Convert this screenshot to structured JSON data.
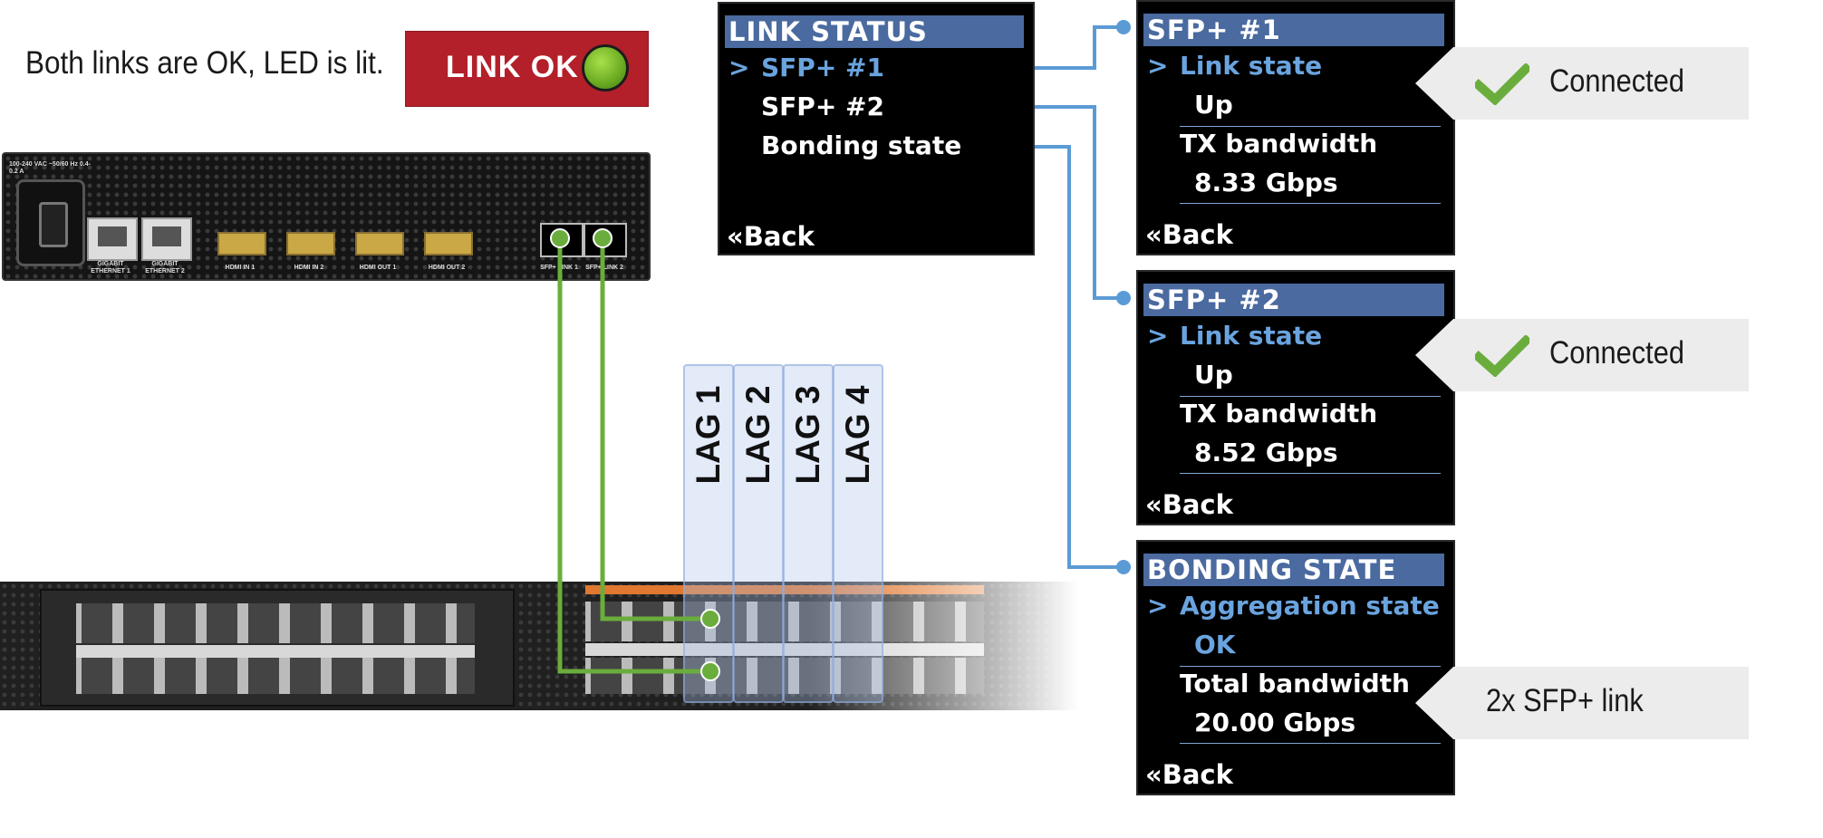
{
  "caption": "Both links are OK, LED is lit.",
  "led_badge": {
    "label": "LINK OK",
    "led_color": "#7ac143",
    "badge_color": "#b3202a"
  },
  "device": {
    "power_label": "100-240 VAC ~50/60 Hz 0.4-0.2 A",
    "ports": [
      {
        "label": "GIGABIT ETHERNET 1"
      },
      {
        "label": "GIGABIT ETHERNET 2"
      },
      {
        "label": "HDMI IN 1"
      },
      {
        "label": "HDMI IN 2"
      },
      {
        "label": "HDMI OUT 1"
      },
      {
        "label": "HDMI OUT 2"
      },
      {
        "label": "SFP+ LINK 1"
      },
      {
        "label": "SFP+ LINK 2"
      }
    ]
  },
  "lags": [
    "LAG 1",
    "LAG 2",
    "LAG 3",
    "LAG 4"
  ],
  "screens": {
    "link_status": {
      "title": "LINK STATUS",
      "items": [
        "SFP+ #1",
        "SFP+ #2",
        "Bonding state"
      ],
      "back": "«Back"
    },
    "sfp1": {
      "title": "SFP+ #1",
      "field1": "Link state",
      "value1": "Up",
      "field2": "TX bandwidth",
      "value2": "8.33 Gbps",
      "back": "«Back"
    },
    "sfp2": {
      "title": "SFP+ #2",
      "field1": "Link state",
      "value1": "Up",
      "field2": "TX bandwidth",
      "value2": "8.52 Gbps",
      "back": "«Back"
    },
    "bonding": {
      "title": "BONDING STATE",
      "field1": "Aggregation state",
      "value1": "OK",
      "field2": "Total bandwidth",
      "value2": "20.00 Gbps",
      "back": "«Back"
    }
  },
  "callouts": {
    "sfp1": "Connected",
    "sfp2": "Connected",
    "bonding": "2x SFP+ link"
  },
  "colors": {
    "wire_green": "#6aad3d",
    "menu_link": "#5b9bd5",
    "osd_highlight": "#4a6aa0",
    "check_green": "#6aad3d"
  }
}
